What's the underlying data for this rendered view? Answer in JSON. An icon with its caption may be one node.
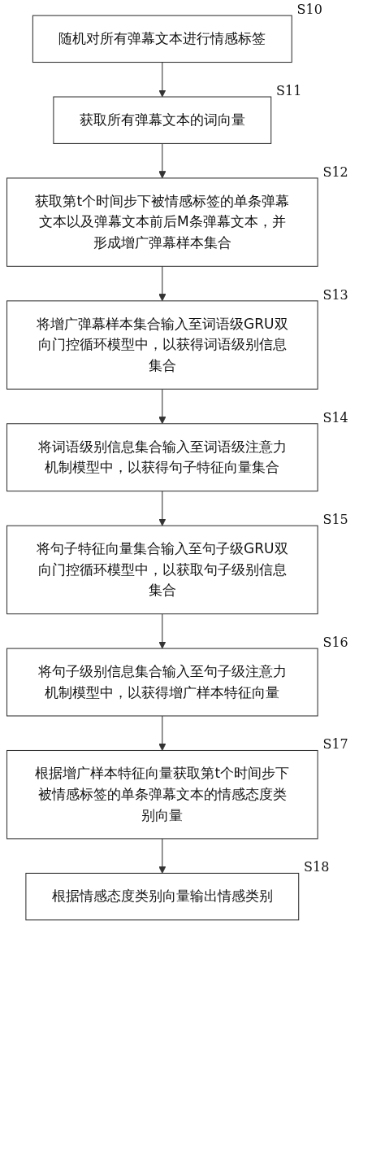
{
  "diagram": {
    "nodes": [
      {
        "text": [
          "随机对所有弹幕文本进行情感标签"
        ],
        "beside": [
          "S10"
        ]
      },
      {
        "text": [
          "获取所有弹幕文本的词向量"
        ],
        "beside": [
          "S11"
        ]
      },
      {
        "text": [
          "获取第t个时间步下被情感标签的单条弹幕文本以及弹幕文本前后M条弹幕文本，并形成增广弹幕样本集合"
        ],
        "beside": [
          "S12"
        ]
      },
      {
        "text": [
          "将增广弹幕样本集合输入至词语级GRU双向门控循环模型中，以获得词语级别信息集合"
        ],
        "beside": [
          "S13"
        ]
      },
      {
        "text": [
          "将词语级别信息集合输入至词语级注意力机制模型中，以获得句子特征向量集合"
        ],
        "beside": [
          "S14"
        ]
      },
      {
        "text": [
          "将句子特征向量集合输入至句子级GRU双向门控循环模型中，以获取句子级别信息集合"
        ],
        "beside": [
          "S15"
        ]
      },
      {
        "text": [
          "将句子级别信息集合输入至句子级注意力机制模型中，以获得增广样本特征向量"
        ],
        "beside": [
          "S16"
        ]
      },
      {
        "text": [
          "根据增广样本特征向量获取第t个时间步下被情感标签的单条弹幕文本的情感态度类别向量"
        ],
        "beside": [
          "S17"
        ]
      },
      {
        "text": [
          "根据情感态度类别向量输出情感类别"
        ],
        "beside": [
          "S18"
        ]
      }
    ],
    "edges": [
      {
        "from": 0,
        "to": 1,
        "arrow": "to"
      },
      {
        "from": 1,
        "to": 2,
        "arrow": "to"
      },
      {
        "from": 2,
        "to": 3,
        "arrow": "to"
      },
      {
        "from": 3,
        "to": 4,
        "arrow": "to"
      },
      {
        "from": 4,
        "to": 5,
        "arrow": "to"
      },
      {
        "from": 5,
        "to": 6,
        "arrow": "to"
      },
      {
        "from": 6,
        "to": 7,
        "arrow": "to"
      },
      {
        "from": 7,
        "to": 8,
        "arrow": "to"
      }
    ]
  }
}
